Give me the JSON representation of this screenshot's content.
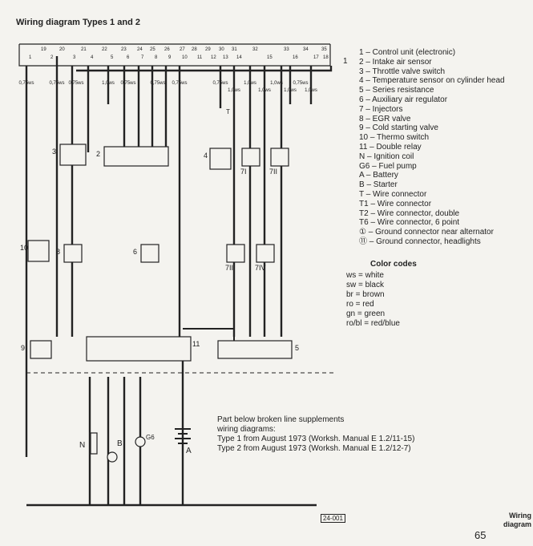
{
  "title": "Wiring diagram Types 1 and 2",
  "unit_label": "1",
  "pins_bottom": [
    "1",
    "2",
    "3",
    "4",
    "5",
    "6",
    "7",
    "8",
    "9",
    "10",
    "11",
    "12",
    "13",
    "14",
    "15",
    "16",
    "17",
    "18"
  ],
  "pins_top": [
    "19",
    "20",
    "21",
    "22",
    "23",
    "24",
    "25",
    "26",
    "27",
    "28",
    "29",
    "30",
    "31",
    "32",
    "33",
    "34",
    "35"
  ],
  "wire_labels": [
    "0,75ws",
    "0,75ws",
    "0,75ws",
    "1,0ws",
    "0,75ws",
    "0,75ws",
    "0,75ws",
    "0,75ws",
    "1,0ws",
    "1,0ws",
    "1,0ws",
    "1,0ws",
    "1,0ws",
    "0,75ws",
    "1,0ws"
  ],
  "components": {
    "c2": "2",
    "c3": "3",
    "c4": "4",
    "c5": "5",
    "c6": "6",
    "c8": "8",
    "c9": "9",
    "c10": "10",
    "c11": "11",
    "c7a": "7I",
    "c7b": "7II",
    "c7c": "7III",
    "c7d": "7IV",
    "N": "N",
    "B": "B",
    "A": "A",
    "G6": "G6",
    "T": "T"
  },
  "legend": [
    "1 – Control unit (electronic)",
    "2 – Intake air sensor",
    "3 – Throttle valve switch",
    "4 – Temperature sensor on cylinder head",
    "5 – Series resistance",
    "6 – Auxiliary air regulator",
    "7 – Injectors",
    "8 – EGR valve",
    "9 – Cold starting valve",
    "10 – Thermo switch",
    "11 – Double relay",
    "N – Ignition coil",
    "G6 – Fuel pump",
    "A – Battery",
    "B – Starter",
    "T – Wire connector",
    "T1 – Wire connector",
    "T2 – Wire connector, double",
    "T6 – Wire connector, 6 point",
    "① – Ground connector near alternator",
    "⑪ – Ground connector, headlights"
  ],
  "color_codes_title": "Color codes",
  "color_codes": [
    "ws = white",
    "sw = black",
    "br = brown",
    "ro = red",
    "gn = green",
    "ro/bl = red/blue"
  ],
  "note": [
    "Part below broken line supplements",
    "wiring diagrams:",
    "Type 1 from August 1973 (Worksh. Manual E 1.2/11-15)",
    "Type 2 from August 1973 (Worksh. Manual E 1.2/12-7)"
  ],
  "ref": "24-001",
  "corner": [
    "Wiring",
    "diagram"
  ],
  "page_number": "65"
}
